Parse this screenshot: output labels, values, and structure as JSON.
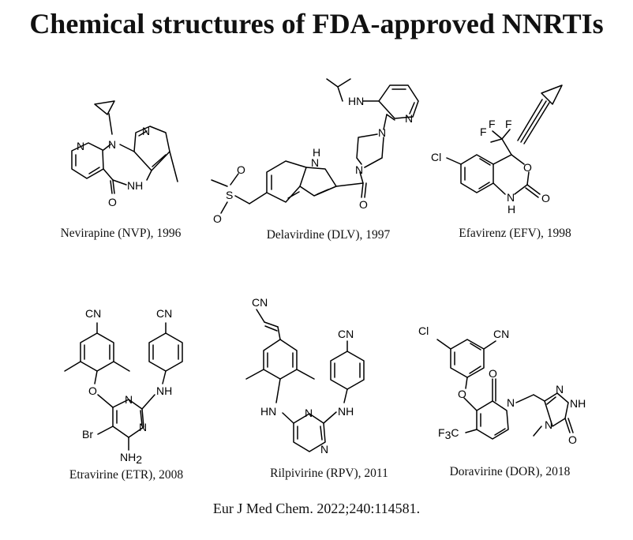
{
  "title": "Chemical structures of FDA-approved NNRTIs",
  "drugs": [
    {
      "caption": "Nevirapine (NVP), 1996"
    },
    {
      "caption": "Delavirdine (DLV), 1997"
    },
    {
      "caption": "Efavirenz (EFV), 1998"
    },
    {
      "caption": "Etravirine (ETR), 2008"
    },
    {
      "caption": "Rilpivirine (RPV), 2011"
    },
    {
      "caption": "Doravirine (DOR), 2018"
    }
  ],
  "atoms": {
    "n": "N",
    "nh": "NH",
    "hn": "HN",
    "h": "H",
    "o": "O",
    "s": "S",
    "cl": "Cl",
    "br": "Br",
    "f": "F",
    "cn": "CN",
    "nh2_main": "NH",
    "nh2_sub": "2",
    "f3c_main": "F",
    "f3c_sub": "3",
    "f3c_tail": "C"
  },
  "citation": "Eur J Med Chem. 2022;240:114581."
}
